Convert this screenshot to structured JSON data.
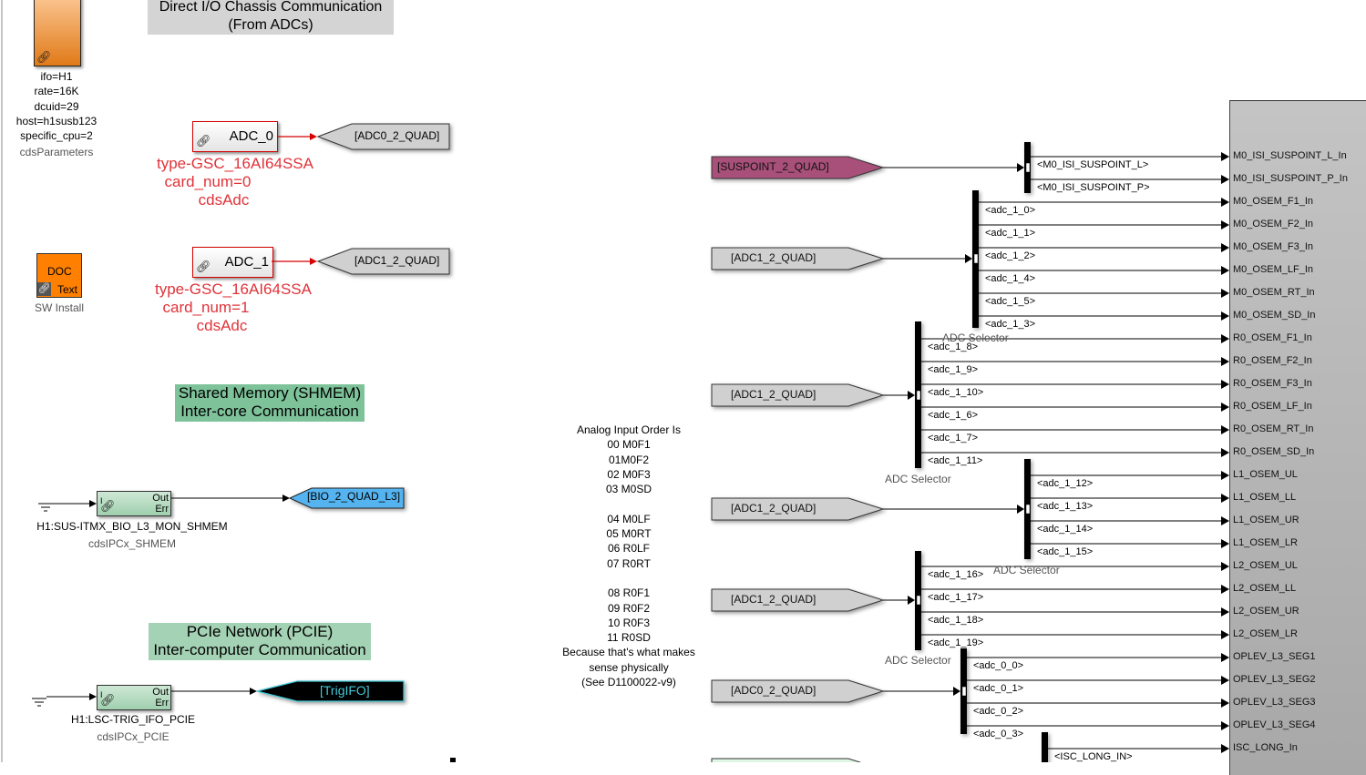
{
  "annotations": {
    "direct_io": [
      "Direct I/O Chassis Communication",
      "(From ADCs)"
    ],
    "shmem": [
      "Shared Memory (SHMEM)",
      "Inter-core Communication"
    ],
    "pcie": [
      "PCIe Network (PCIE)",
      "Inter-computer Communication"
    ],
    "analog_order": [
      "Analog Input Order Is",
      "00 M0F1",
      "01M0F2",
      "02 M0F3",
      "03 M0SD",
      "",
      "04 M0LF",
      "05 M0RT",
      "06 R0LF",
      "07 R0RT",
      "",
      "08 R0F1",
      "09 R0F2",
      "10 R0F3",
      "11 R0SD",
      "Because that's what makes",
      "sense physically",
      "(See D1100022-v9)"
    ]
  },
  "params_block": {
    "lines": [
      "ifo=H1",
      "rate=16K",
      "dcuid=29",
      "host=h1susb123",
      "specific_cpu=2"
    ],
    "caption": "cdsParameters",
    "color": "#f0a050"
  },
  "doc_block": {
    "top": "DOC",
    "bottom": "Text",
    "caption": "SW Install",
    "color": "#ff8000"
  },
  "adcs": [
    {
      "name": "ADC_0",
      "goto": "[ADC0_2_QUAD]",
      "type": "type-GSC_16AI64SSA",
      "card": "card_num=0",
      "lib": "cdsAdc"
    },
    {
      "name": "ADC_1",
      "goto": "[ADC1_2_QUAD]",
      "type": "type-GSC_16AI64SSA",
      "card": "card_num=1",
      "lib": "cdsAdc"
    }
  ],
  "ipc": [
    {
      "ports_in": "I",
      "out": "Out",
      "err": "Err",
      "name": "H1:SUS-ITMX_BIO_L3_MON_SHMEM",
      "lib": "cdsIPCx_SHMEM",
      "goto": "[BIO_2_QUAD_L3]",
      "goto_color": "#55b4f0"
    },
    {
      "ports_in": "I",
      "out": "Out",
      "err": "Err",
      "name": "H1:LSC-TRIG_IFO_PCIE",
      "lib": "cdsIPCx_PCIE",
      "goto": "[TrigIFO]",
      "goto_color": "#000000",
      "goto_text_color": "#40c8d8"
    }
  ],
  "froms": [
    {
      "label": "[SUSPOINT_2_QUAD]",
      "color": "#a8507a"
    },
    {
      "label": "[ADC1_2_QUAD]",
      "color": "#d0d0d0"
    },
    {
      "label": "[ADC1_2_QUAD]",
      "color": "#d0d0d0"
    },
    {
      "label": "[ADC1_2_QUAD]",
      "color": "#d0d0d0"
    },
    {
      "label": "[ADC1_2_QUAD]",
      "color": "#d0d0d0"
    },
    {
      "label": "[ADC0_2_QUAD]",
      "color": "#d0d0d0"
    }
  ],
  "selector_caption": "ADC Selector",
  "selectors": [
    {
      "signals": [
        "<M0_ISI_SUSPOINT_L>",
        "<M0_ISI_SUSPOINT_P>"
      ]
    },
    {
      "signals": [
        "<adc_1_0>",
        "<adc_1_1>",
        "<adc_1_2>",
        "<adc_1_4>",
        "<adc_1_5>",
        "<adc_1_3>"
      ]
    },
    {
      "signals": [
        "<adc_1_8>",
        "<adc_1_9>",
        "<adc_1_10>",
        "<adc_1_6>",
        "<adc_1_7>",
        "<adc_1_11>"
      ]
    },
    {
      "signals": [
        "<adc_1_12>",
        "<adc_1_13>",
        "<adc_1_14>",
        "<adc_1_15>"
      ]
    },
    {
      "signals": [
        "<adc_1_16>",
        "<adc_1_17>",
        "<adc_1_18>",
        "<adc_1_19>"
      ]
    },
    {
      "signals": [
        "<adc_0_0>",
        "<adc_0_1>",
        "<adc_0_2>",
        "<adc_0_3>"
      ]
    },
    {
      "signals": [
        "<ISC_LONG_IN>"
      ]
    }
  ],
  "inports": [
    "M0_ISI_SUSPOINT_L_In",
    "M0_ISI_SUSPOINT_P_In",
    "M0_OSEM_F1_In",
    "M0_OSEM_F2_In",
    "M0_OSEM_F3_In",
    "M0_OSEM_LF_In",
    "M0_OSEM_RT_In",
    "M0_OSEM_SD_In",
    "R0_OSEM_F1_In",
    "R0_OSEM_F2_In",
    "R0_OSEM_F3_In",
    "R0_OSEM_LF_In",
    "R0_OSEM_RT_In",
    "R0_OSEM_SD_In",
    "L1_OSEM_UL",
    "L1_OSEM_LL",
    "L1_OSEM_UR",
    "L1_OSEM_LR",
    "L2_OSEM_UL",
    "L2_OSEM_LL",
    "L2_OSEM_UR",
    "L2_OSEM_LR",
    "OPLEV_L3_SEG1",
    "OPLEV_L3_SEG2",
    "OPLEV_L3_SEG3",
    "OPLEV_L3_SEG4",
    "ISC_LONG_In"
  ]
}
